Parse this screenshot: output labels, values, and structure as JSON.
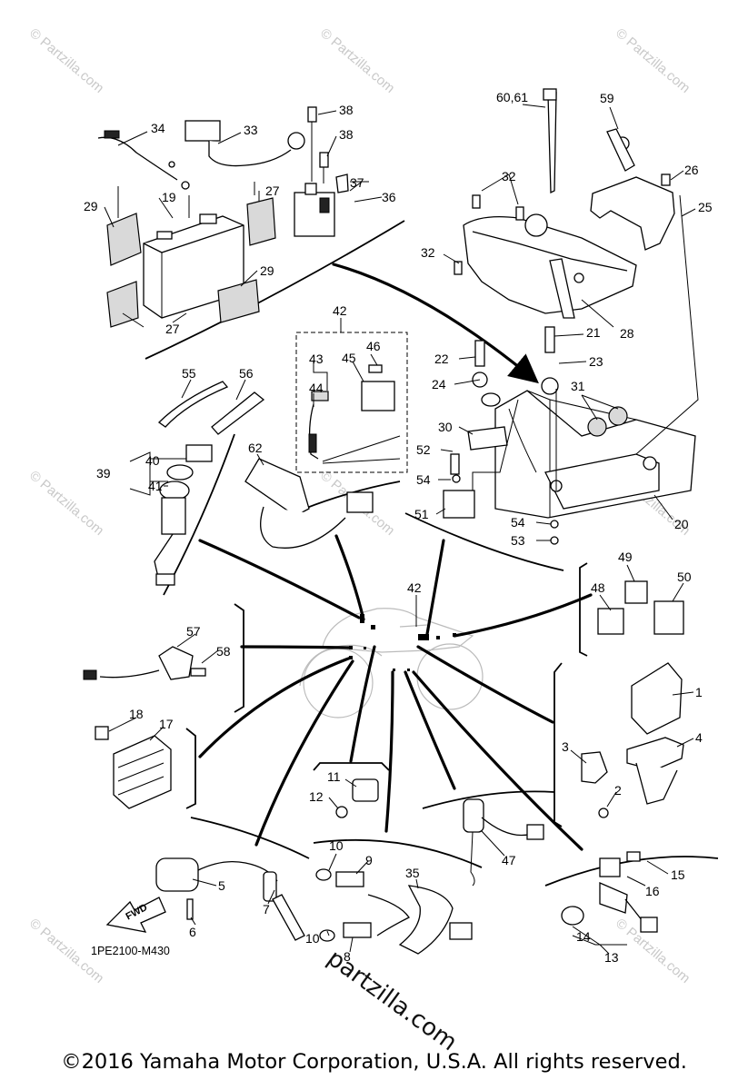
{
  "watermark": "© Partzilla.com",
  "footer": {
    "copyright": "©2016  Yamaha Motor Corporation, U.S.A. All rights reserved.",
    "diagram_code": "1PE2100-M430",
    "site_watermark": "partzilla.com"
  },
  "fwd_label": "FWD",
  "callouts": {
    "c1": "1",
    "c2": "2",
    "c3": "3",
    "c4": "4",
    "c5": "5",
    "c6": "6",
    "c7": "7",
    "c8": "8",
    "c9": "9",
    "c10a": "10",
    "c10b": "10",
    "c11": "11",
    "c12": "12",
    "c13": "13",
    "c14": "14",
    "c15": "15",
    "c16": "16",
    "c17": "17",
    "c18": "18",
    "c19": "19",
    "c20": "20",
    "c21": "21",
    "c22": "22",
    "c23": "23",
    "c24": "24",
    "c25": "25",
    "c26": "26",
    "c27a": "27",
    "c27b": "27",
    "c28": "28",
    "c29a": "29",
    "c29b": "29",
    "c30": "30",
    "c31": "31",
    "c32a": "32",
    "c32b": "32",
    "c33": "33",
    "c34": "34",
    "c35": "35",
    "c36": "36",
    "c37": "37",
    "c38a": "38",
    "c38b": "38",
    "c39": "39",
    "c40": "40",
    "c41": "41",
    "c42a": "42",
    "c42b": "42",
    "c43": "43",
    "c44": "44",
    "c45": "45",
    "c46": "46",
    "c47": "47",
    "c48": "48",
    "c49": "49",
    "c50": "50",
    "c51": "51",
    "c52": "52",
    "c53": "53",
    "c54a": "54",
    "c54b": "54",
    "c55": "55",
    "c56": "56",
    "c57": "57",
    "c58": "58",
    "c59": "59",
    "c6061": "60,61",
    "c62": "62"
  }
}
